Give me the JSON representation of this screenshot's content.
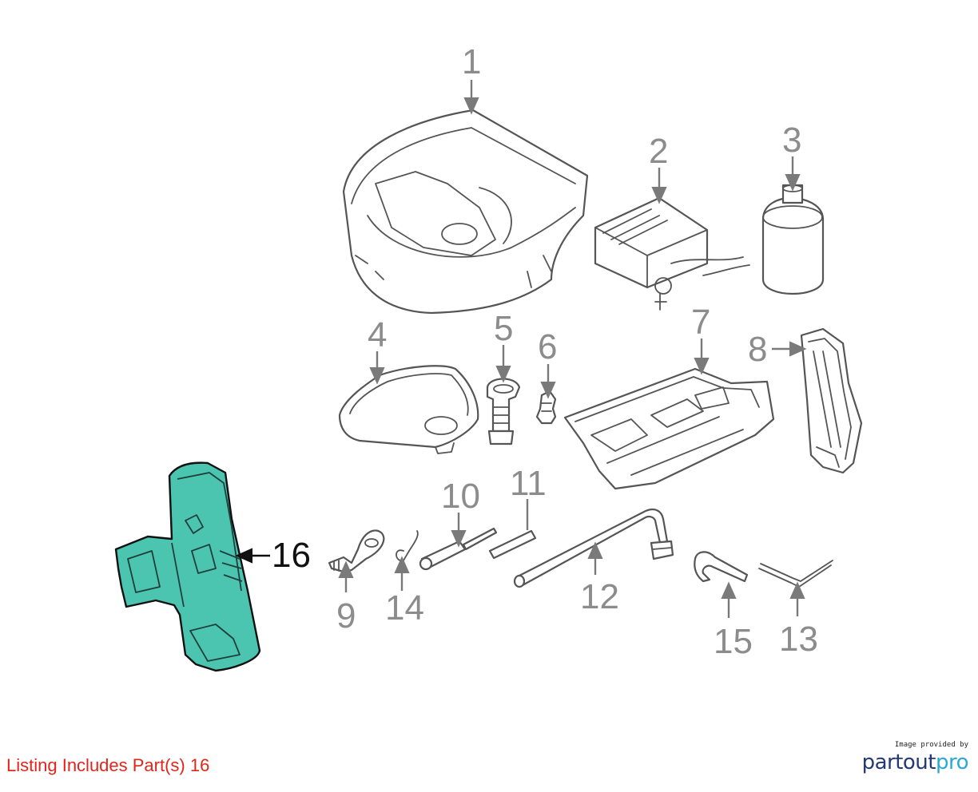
{
  "callouts": [
    "1",
    "2",
    "3",
    "4",
    "5",
    "6",
    "7",
    "8",
    "9",
    "10",
    "11",
    "12",
    "13",
    "14",
    "15",
    "16"
  ],
  "highlighted_part": "16",
  "highlight_color": "#4bc4b0",
  "listing_note": "Listing Includes Part(s) 16",
  "note_color": "#e0261b",
  "brand": {
    "caption": "Image provided by",
    "logo_part1": "partout",
    "logo_part2": "pro"
  }
}
